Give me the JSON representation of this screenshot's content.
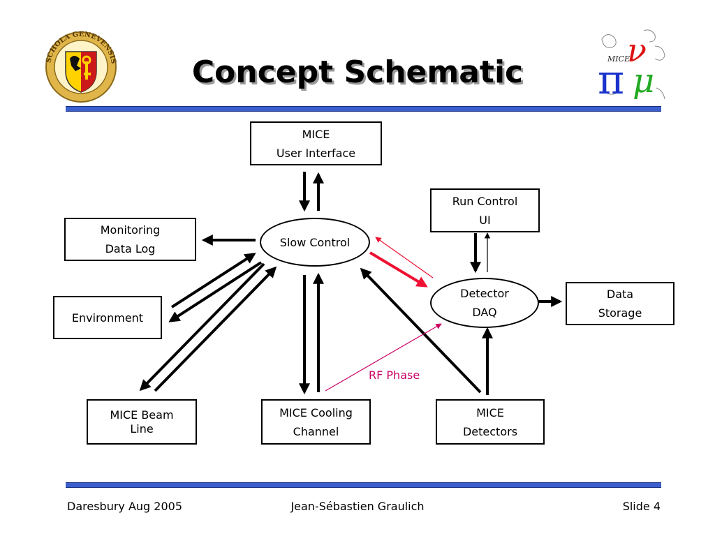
{
  "slide": {
    "title": "Concept Schematic",
    "footer_left": "Daresbury Aug 2005",
    "footer_center": "Jean-Sébastien Graulich",
    "footer_right": "Slide 4"
  },
  "logos": {
    "left": {
      "text": "SCHOLA GENEVENSIS"
    },
    "right": {
      "mice_text": "MICE",
      "pi": "π",
      "nu": "ν",
      "mu": "μ"
    }
  },
  "nodes": {
    "ui": {
      "line1": "MICE",
      "line2": "User Interface"
    },
    "slow_control": {
      "label": "Slow Control"
    },
    "run_control": {
      "line1": "Run Control",
      "line2": "UI"
    },
    "monitoring": {
      "line1": "Monitoring",
      "line2": "Data Log"
    },
    "detector_daq": {
      "line1": "Detector",
      "line2": "DAQ"
    },
    "data_storage": {
      "line1": "Data",
      "line2": "Storage"
    },
    "environment": {
      "label": "Environment"
    },
    "beam_line": {
      "line1": "MICE Beam",
      "line2": "Line"
    },
    "cooling": {
      "line1": "MICE Cooling",
      "line2": "Channel"
    },
    "detectors": {
      "line1": "MICE",
      "line2": "Detectors"
    }
  },
  "annotations": {
    "rf_phase": "RF Phase"
  },
  "colors": {
    "rule": "#3a5fcd",
    "rf_line": "#cc0066",
    "red_arrow": "#ee1133",
    "pi": "#1a33cc",
    "nu": "#dd1111",
    "mu": "#22aa22"
  }
}
